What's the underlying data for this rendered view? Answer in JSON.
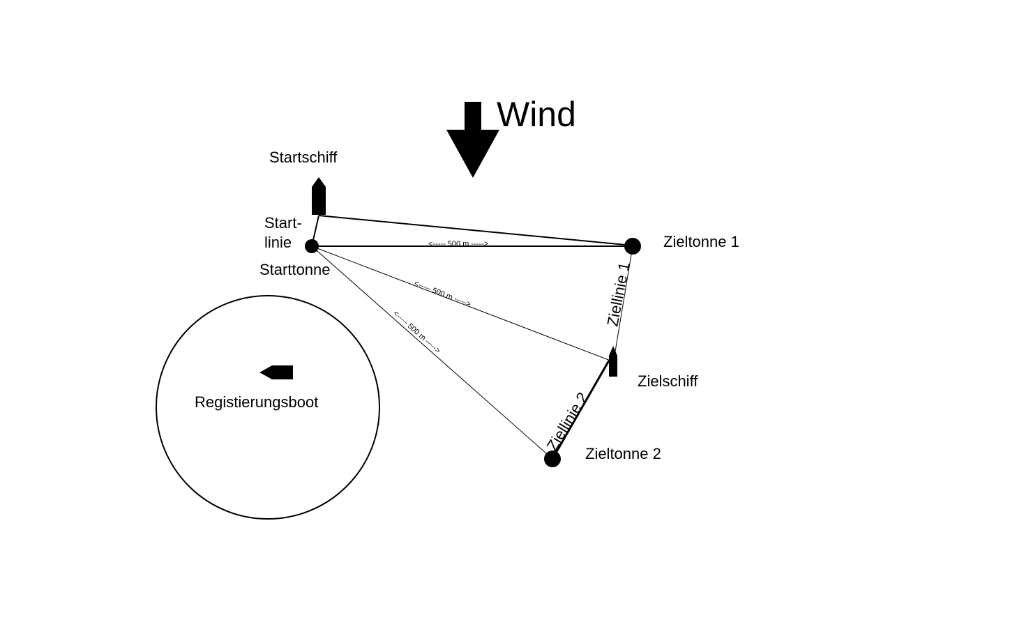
{
  "wind": {
    "label": "Wind"
  },
  "start_ship": {
    "label": "Startschiff"
  },
  "start_line": {
    "line1": "Start-",
    "line2": "linie"
  },
  "start_buoy": {
    "label": "Starttonne"
  },
  "finish_buoy_1": {
    "label": "Zieltonne 1"
  },
  "finish_buoy_2": {
    "label": "Zieltonne 2"
  },
  "finish_ship": {
    "label": "Zielschiff"
  },
  "finish_line_1": {
    "label": "Ziellinie 1"
  },
  "finish_line_2": {
    "label": "Ziellinie 2"
  },
  "registration": {
    "label": "Registierungsboot"
  },
  "distances": {
    "to_buoy_1": "<-----    500 m   ----->",
    "to_finish_ship": "<-----   500 m   ----->",
    "to_buoy_2": "<-----  500 m   ----->"
  }
}
